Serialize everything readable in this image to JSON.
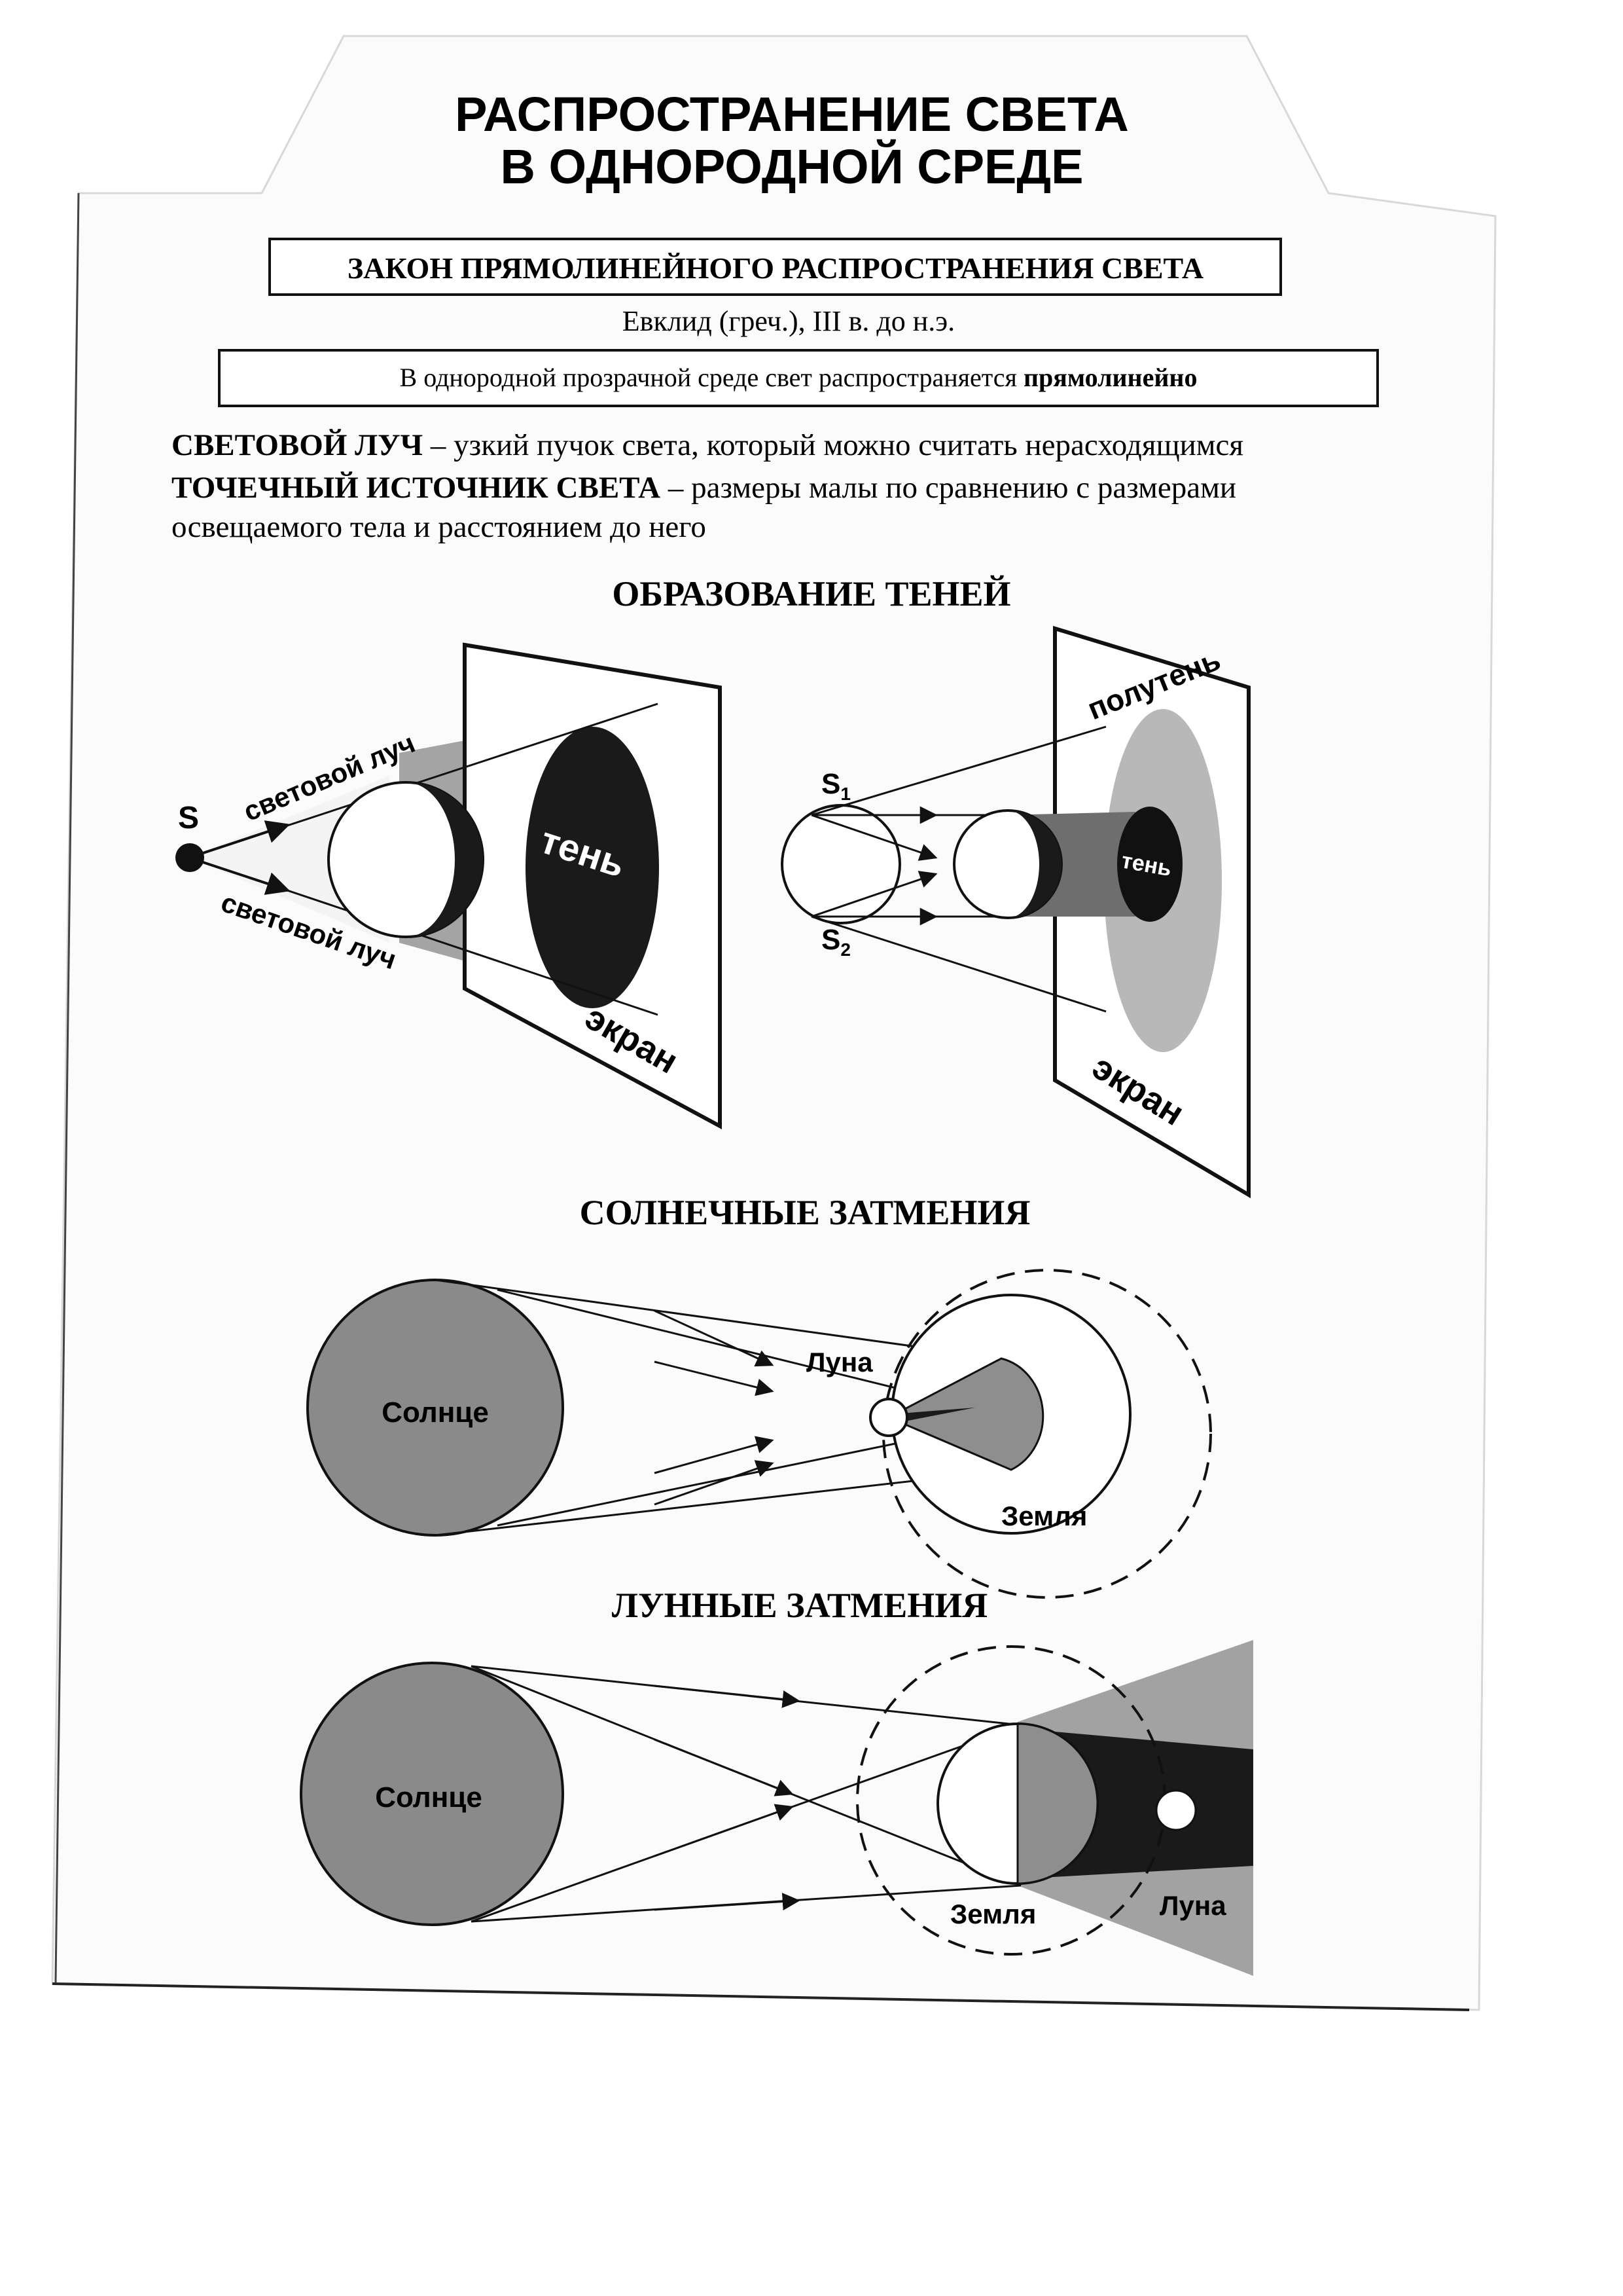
{
  "document": {
    "title_line1": "РАСПРОСТРАНЕНИЕ СВЕТА",
    "title_line2": "В ОДНОРОДНОЙ СРЕДЕ",
    "law_heading": "ЗАКОН ПРЯМОЛИНЕЙНОГО РАСПРОСТРАНЕНИЯ СВЕТА",
    "author_line": "Евклид (греч.),  III в. до н.э.",
    "law_statement_prefix": "В однородной прозрачной среде свет распространяется ",
    "law_statement_bold": "прямолинейно",
    "def_ray_term": "СВЕТОВОЙ ЛУЧ",
    "def_ray_text": " – узкий пучок света, который можно считать нерасходящимся",
    "def_point_term": "ТОЧЕЧНЫЙ ИСТОЧНИК СВЕТА",
    "def_point_text": " – размеры малы по сравнению с размерами",
    "def_point_text2": "освещаемого тела и расстоянием до него"
  },
  "shadows": {
    "heading": "ОБРАЗОВАНИЕ ТЕНЕЙ",
    "source": "S",
    "ray_upper": "световой луч",
    "ray_lower": "световой луч",
    "shadow": "тень",
    "screen": "экран",
    "source1": "S",
    "source1_sub": "1",
    "source2": "S",
    "source2_sub": "2",
    "penumbra": "полутень",
    "shadow2": "тень",
    "screen2": "экран"
  },
  "solar": {
    "heading": "СОЛНЕЧНЫЕ  ЗАТМЕНИЯ",
    "sun": "Солнце",
    "moon": "Луна",
    "earth": "Земля"
  },
  "lunar": {
    "heading": "ЛУННЫЕ ЗАТМЕНИЯ",
    "sun": "Солнце",
    "earth": "Земля",
    "moon": "Луна"
  },
  "colors": {
    "paper": "#fbfbfb",
    "ink": "#111111",
    "body_gray": "#8a8a8a",
    "light_gray": "#bdbdbd",
    "dark": "#1a1a1a"
  }
}
